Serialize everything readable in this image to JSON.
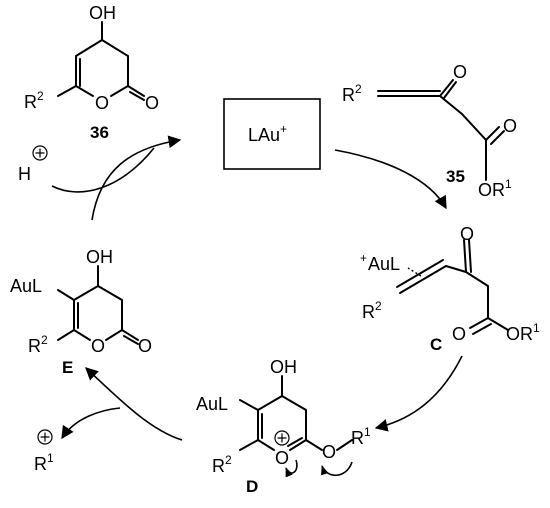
{
  "catalyst": {
    "base": "LAu",
    "charge": "+"
  },
  "compounds": [
    {
      "id": "36",
      "labels": {
        "oh": "OH",
        "r": "R",
        "r_sup": "2",
        "o_ring": "O",
        "o_carbonyl": "O"
      }
    },
    {
      "id": "35",
      "labels": {
        "r2": "R",
        "r2_sup": "2",
        "o_ketone": "O",
        "o_carbonyl": "O",
        "or": "OR",
        "or_sup": "1"
      }
    },
    {
      "id": "C",
      "labels": {
        "plus": "+",
        "aul": "AuL",
        "r2": "R",
        "r2_sup": "2",
        "o_ketone": "O",
        "o_carbonyl": "O",
        "or": "OR",
        "or_sup": "1"
      }
    },
    {
      "id": "D",
      "labels": {
        "oh": "OH",
        "aul": "AuL",
        "r": "R",
        "r_sup": "2",
        "o_ring": "O",
        "o_ether": "O",
        "r1": "R",
        "r1_sup": "1"
      }
    },
    {
      "id": "E",
      "labels": {
        "oh": "OH",
        "aul": "AuL",
        "r": "R",
        "r_sup": "2",
        "o_ring": "O",
        "o_carbonyl": "O"
      }
    }
  ],
  "species": [
    {
      "name": "proton",
      "text": "H"
    },
    {
      "name": "alkyl-cation",
      "text": "R",
      "sup": "1"
    }
  ]
}
